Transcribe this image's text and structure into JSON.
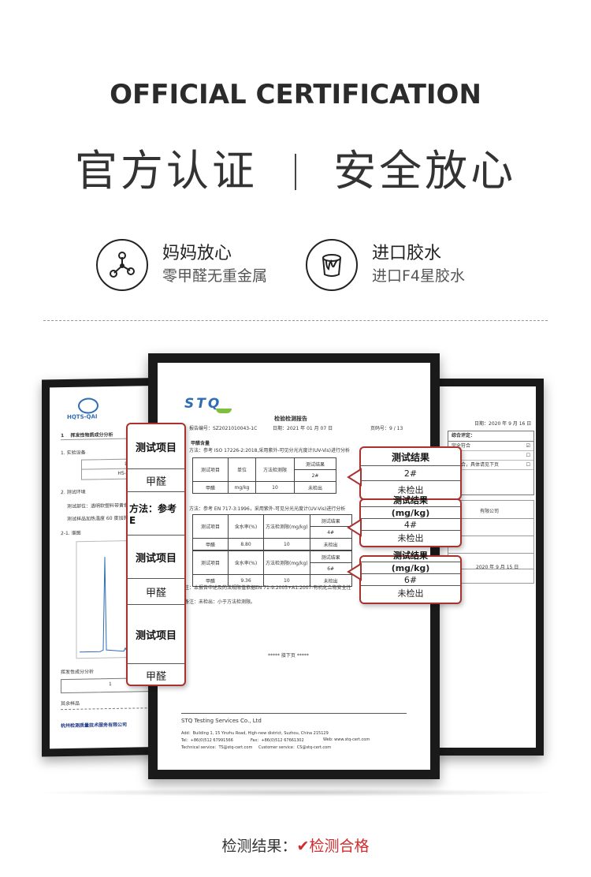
{
  "header": {
    "title_en": "OFFICIAL CERTIFICATION",
    "title_cn_left": "官方认证",
    "title_cn_right": "安全放心"
  },
  "features": [
    {
      "icon": "molecule-icon",
      "title": "妈妈放心",
      "subtitle": "零甲醛无重金属"
    },
    {
      "icon": "glue-bucket-icon",
      "title": "进口胶水",
      "subtitle": "进口F4星胶水"
    }
  ],
  "left_doc": {
    "logo": "HQTS-QAI",
    "heading": "挥发性物质成分分析",
    "lines": [
      "1. 实验设备",
      "名称",
      "HS-QCAIS",
      "2. 测试环境",
      "测试部位：透明软塑料带黄色层",
      "测试样品加热温度 60 度加热时间",
      "2-1. 谱图",
      "挥发性成分分析",
      "1",
      "其余样品",
      "杭州检测质量技术服务有限公司"
    ]
  },
  "main_doc": {
    "brand": "STQ",
    "report_no": "报告编号：SZ2021010043-1C",
    "title": "检验检测报告",
    "date": "日期：2021 年 01 月 07 日",
    "page": "页码号：9 / 13",
    "section1_title": "甲醛含量",
    "method1": "方法：参考 ISO 17226-2:2018,采用紫外-可见分光光度计(UV-Vis)进行分析",
    "method2": "方法：参考 EN 717-3:1996，采用紫外-可见分光光度计(UV-Vis)进行分析",
    "headers1": [
      "测试项目",
      "单位",
      "方法检测限",
      "测试结果",
      "2#"
    ],
    "row1": [
      "甲醛",
      "mg/kg",
      "10",
      "未检出"
    ],
    "headers2": [
      "测试项目",
      "含水率(%)",
      "方法检测限(mg/kg)",
      "测试结果",
      "4#"
    ],
    "row2": [
      "甲醛",
      "8.80",
      "10",
      "未检出"
    ],
    "headers3": [
      "测试项目",
      "含水率(%)",
      "方法检测限(mg/kg)",
      "测试结果",
      "6#"
    ],
    "row3": [
      "甲醛",
      "9.36",
      "10",
      "未检出"
    ],
    "note": "注：本报告中述及的法规限值依据EN 71-9:2005+A1:2007-有机化合物安全性",
    "remark": "备注：未检出：小于方法检测限。",
    "end": "***** 接下页 *****",
    "company": "STQ Testing Services Co., Ltd",
    "address": "Add：Building 1, 15 Yinzhu Road, High-new district, Suzhou, China 215129",
    "tel": "Tel：+86(0)512 67991566",
    "fax": "Fax：+86(0)512 67661302",
    "web": "Web: www.stq-cert.com",
    "tech": "Technical service：TS@stq-cert.com",
    "customer": "Customer service：CS@stq-cert.com"
  },
  "right_doc": {
    "date": "日期：2020 年 9 月 16 日",
    "summary": "综合评定：",
    "items": [
      "完全符合",
      "符合",
      "不符合，具体请见下页"
    ],
    "company": "有限公司",
    "date2": "2020 年 9 月 15 日"
  },
  "left_callout": {
    "items": [
      "测试项目",
      "甲醛",
      "方法：参考 E",
      "测试项目",
      "甲醛",
      "测试项目",
      "甲醛"
    ]
  },
  "right_callouts": [
    {
      "header": "测试结果",
      "sample": "2#",
      "value": "未检出"
    },
    {
      "header": "测试结果",
      "unit": "(mg/kg)",
      "sample": "4#",
      "value": "未检出"
    },
    {
      "header": "测试结果",
      "unit": "(mg/kg)",
      "sample": "6#",
      "value": "未检出"
    }
  ],
  "result": {
    "label": "检测结果：",
    "value": "检测合格"
  },
  "colors": {
    "accent": "#a8322e",
    "ok": "#d12b2b",
    "brand": "#2e6db4"
  }
}
